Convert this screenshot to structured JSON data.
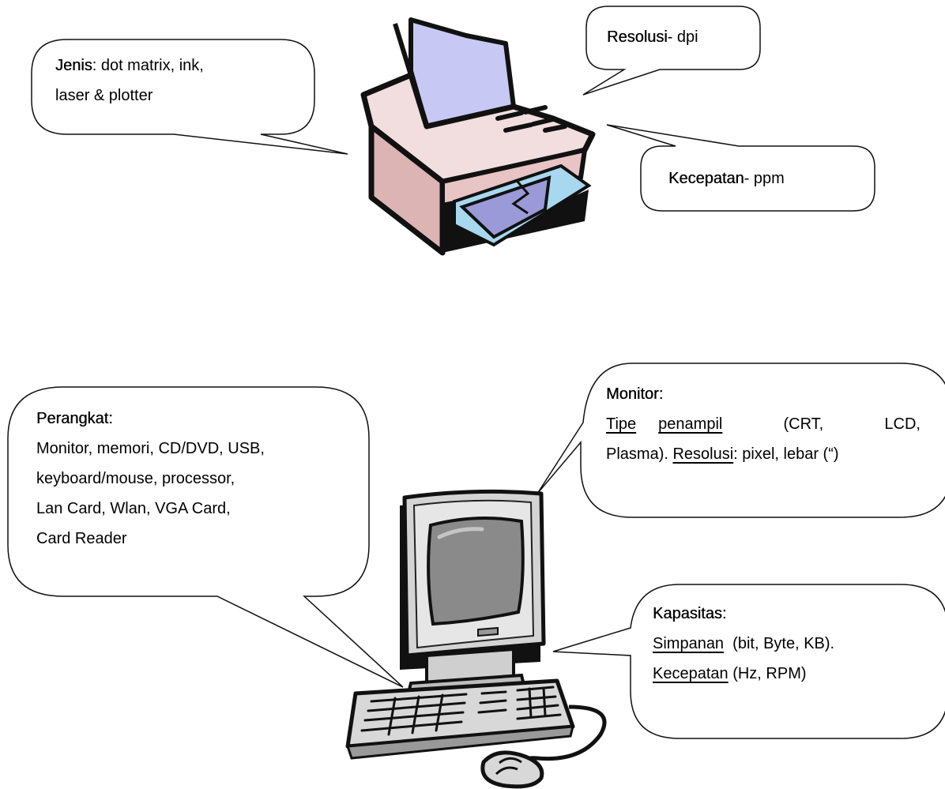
{
  "printer": {
    "jenis": {
      "label": "Jenis",
      "line1": ": dot matrix, ink,",
      "line2": "laser & plotter"
    },
    "resolusi": {
      "label": "Resolusi",
      "text": "- dpi"
    },
    "kecepatan": {
      "label": "Kecepatan",
      "text": "- ppm"
    }
  },
  "computer": {
    "perangkat": {
      "title": "Perangkat:",
      "lines": [
        "Monitor, memori, CD/DVD, USB,",
        "keyboard/mouse, processor,",
        "Lan Card, Wlan, VGA Card,",
        "Card Reader"
      ]
    },
    "monitor": {
      "title": "Monitor:",
      "line1_words": [
        "Tipe",
        "penampil",
        "(CRT,",
        "LCD,"
      ],
      "line2_a": "Plasma). ",
      "line2_u": "Resolusi",
      "line2_b": ": pixel, lebar (“)"
    },
    "kapasitas": {
      "title": "Kapasitas:",
      "line1_u": "Simpanan",
      "line1_b": "  (bit, Byte, KB).",
      "line2_u": "Kecepatan",
      "line2_b": " (Hz, RPM)"
    }
  },
  "colors": {
    "paper": "#c8c8f4",
    "printer_body": "#e8c4c4",
    "tray": "#a8d8f0",
    "monitor_body": "#d0d0d0",
    "screen": "#8a8a8a"
  }
}
